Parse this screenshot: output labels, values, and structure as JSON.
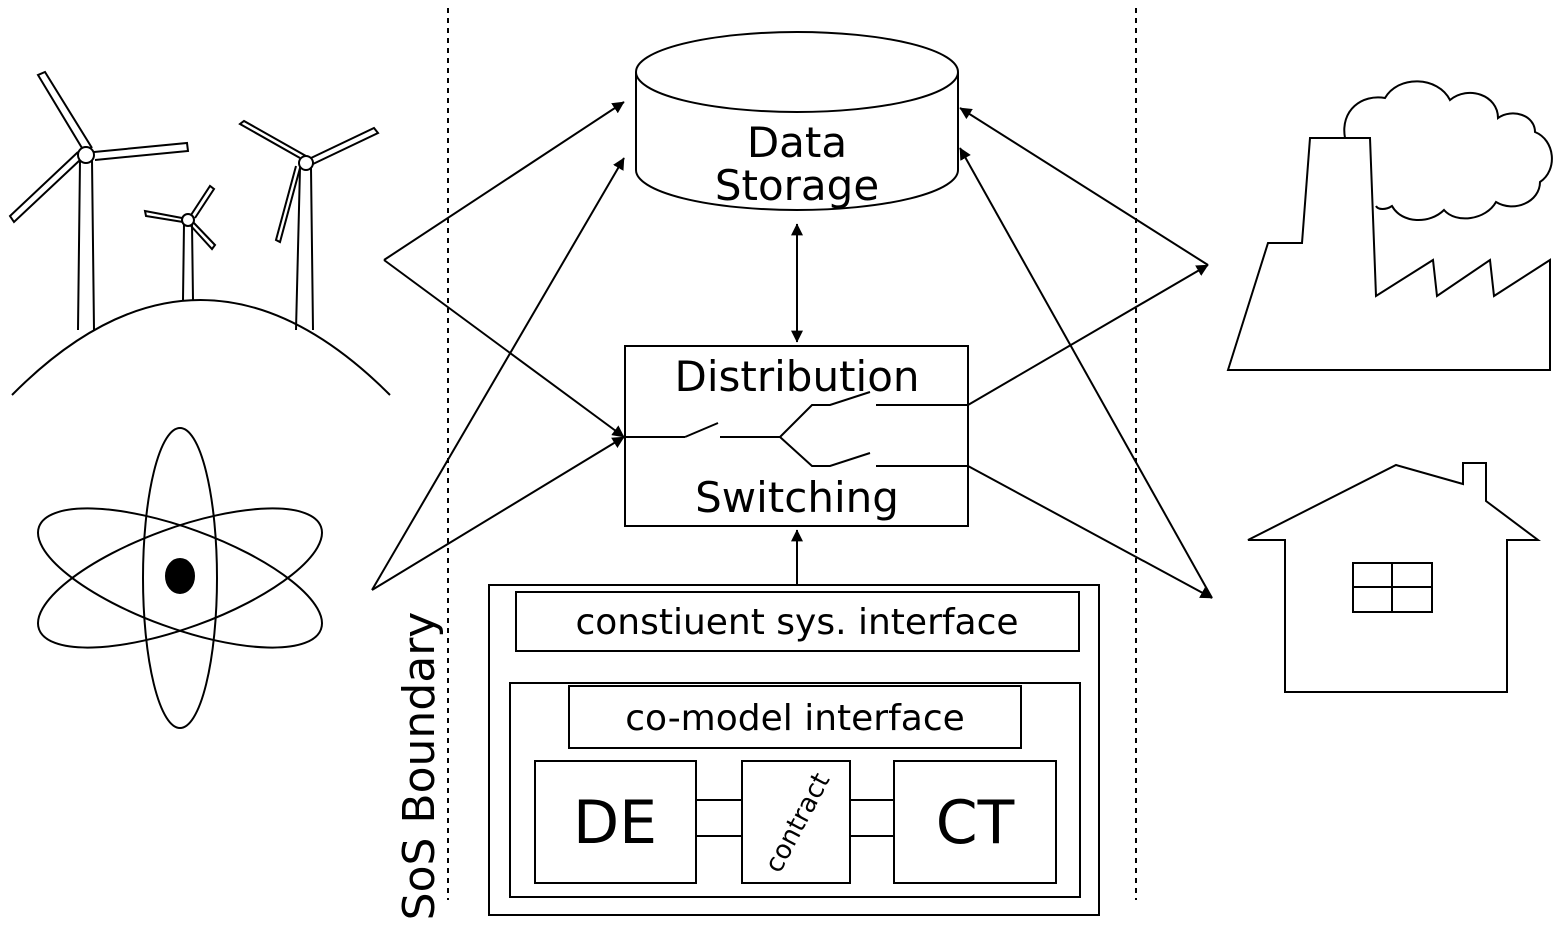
{
  "labels": {
    "data_storage_line1": "Data",
    "data_storage_line2": "Storage",
    "distribution": "Distribution",
    "switching": "Switching",
    "constituent_interface": "constiuent sys. interface",
    "comodel_interface": "co-model interface",
    "de": "DE",
    "ct": "CT",
    "contract": "contract",
    "sos_boundary": "SoS Boundary"
  },
  "icons": {
    "generators": [
      "wind-turbines-icon",
      "atom-icon"
    ],
    "consumers": [
      "factory-icon",
      "house-icon"
    ]
  },
  "colors": {
    "stroke": "#000000",
    "background": "#ffffff"
  }
}
